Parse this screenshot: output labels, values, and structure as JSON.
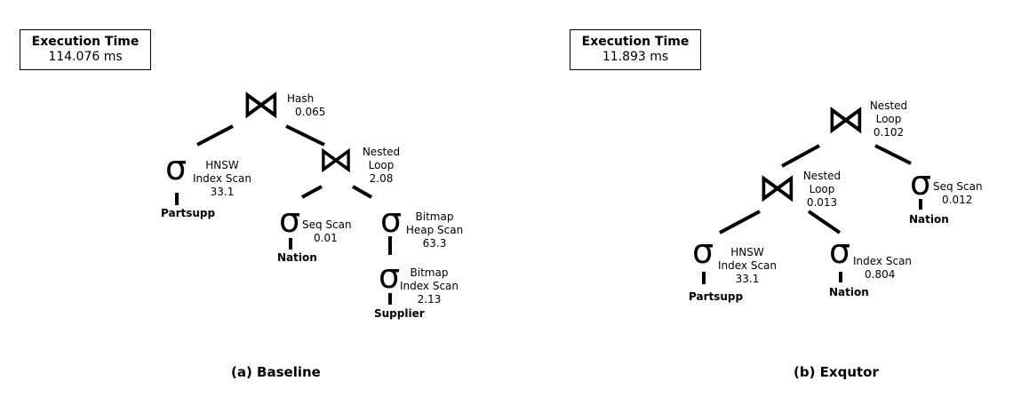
{
  "panels": {
    "baseline": {
      "caption": "(a) Baseline",
      "exec_title": "Execution Time",
      "exec_value": "114.076 ms",
      "nodes": {
        "hash_join": {
          "symbol": "⋈",
          "label": [
            "Hash",
            "0.065"
          ]
        },
        "hnsw_scan": {
          "symbol": "σ",
          "label": [
            "HNSW",
            "Index Scan",
            "33.1"
          ],
          "table": "Partsupp"
        },
        "nested_loop": {
          "symbol": "⋈",
          "label": [
            "Nested",
            "Loop",
            "2.08"
          ]
        },
        "seq_scan": {
          "symbol": "σ",
          "label": [
            "Seq Scan",
            "0.01"
          ],
          "table": "Nation"
        },
        "bitmap_heap": {
          "symbol": "σ",
          "label": [
            "Bitmap",
            "Heap Scan",
            "63.3"
          ]
        },
        "bitmap_index": {
          "symbol": "σ",
          "label": [
            "Bitmap",
            "Index Scan",
            "2.13"
          ],
          "table": "Supplier"
        }
      }
    },
    "exqutor": {
      "caption": "(b) Exqutor",
      "exec_title": "Execution Time",
      "exec_value": "11.893 ms",
      "nodes": {
        "nested_loop_top": {
          "symbol": "⋈",
          "label": [
            "Nested",
            "Loop",
            "0.102"
          ]
        },
        "nested_loop_mid": {
          "symbol": "⋈",
          "label": [
            "Nested",
            "Loop",
            "0.013"
          ]
        },
        "seq_scan": {
          "symbol": "σ",
          "label": [
            "Seq Scan",
            "0.012"
          ],
          "table": "Nation"
        },
        "hnsw_scan": {
          "symbol": "σ",
          "label": [
            "HNSW",
            "Index Scan",
            "33.1"
          ],
          "table": "Partsupp"
        },
        "index_scan": {
          "symbol": "σ",
          "label": [
            "Index Scan",
            "0.804"
          ],
          "table": "Nation"
        }
      }
    }
  }
}
